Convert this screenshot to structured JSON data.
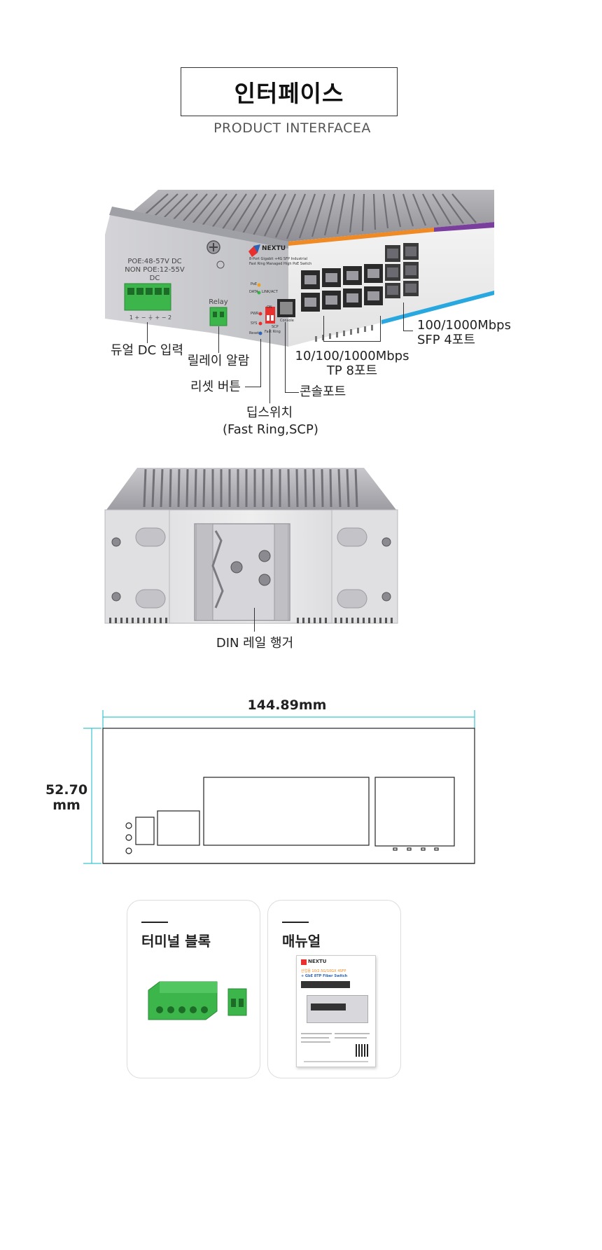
{
  "header": {
    "title": "인터페이스",
    "subtitle": "PRODUCT INTERFACEA"
  },
  "front_view": {
    "device_labels": {
      "poe": "POE:48-57V DC",
      "non_poe": "NON POE:12-55V DC",
      "terminal_pins": "1 + − ⏚ + − 2",
      "relay": "Relay",
      "brand": "NEXTU",
      "model_line1": "8-Port Gigabit +4G SFP Industrial",
      "model_line2": "Fast Ring Managed High PoE Switch",
      "led_poe": "PoE",
      "led_data": "DATA",
      "led_link": "LINK/ACT",
      "led_pwr": "PWR",
      "led_sys": "SYS",
      "led_reset": "Reset",
      "dip_on": "ON",
      "dip_scp": "SCP",
      "dip_fast_ring": "Fast Ring",
      "console": "Console"
    },
    "callouts": {
      "dual_dc": "듀얼 DC 입력",
      "relay_alarm": "릴레이 알람",
      "reset_button": "리셋 버튼",
      "dip_switch_line1": "딥스위치",
      "dip_switch_line2": "(Fast Ring,SCP)",
      "console_port": "콘솔포트",
      "tp_ports_line1": "10/100/1000Mbps",
      "tp_ports_line2": "TP 8포트",
      "sfp_ports_line1": "100/1000Mbps",
      "sfp_ports_line2": "SFP 4포트"
    }
  },
  "back_view": {
    "callout": "DIN 레일 행거"
  },
  "dimensions": {
    "width": "144.89mm",
    "height_line1": "52.70",
    "height_line2": "mm"
  },
  "accessories": [
    {
      "title": "터미널 블록"
    },
    {
      "title": "매뉴얼",
      "manual": {
        "brand": "NEXTU",
        "line1": "산업용 10/2.5G/10GX 4SFP",
        "line2": "+ GbE 8TP Fiber Switch"
      }
    }
  ],
  "colors": {
    "accent_orange": "#f08a24",
    "accent_purple": "#7a3e9d",
    "accent_blue": "#29a8e0",
    "dimension_cyan": "#3ac6cf",
    "terminal_green": "#3cb54a"
  }
}
